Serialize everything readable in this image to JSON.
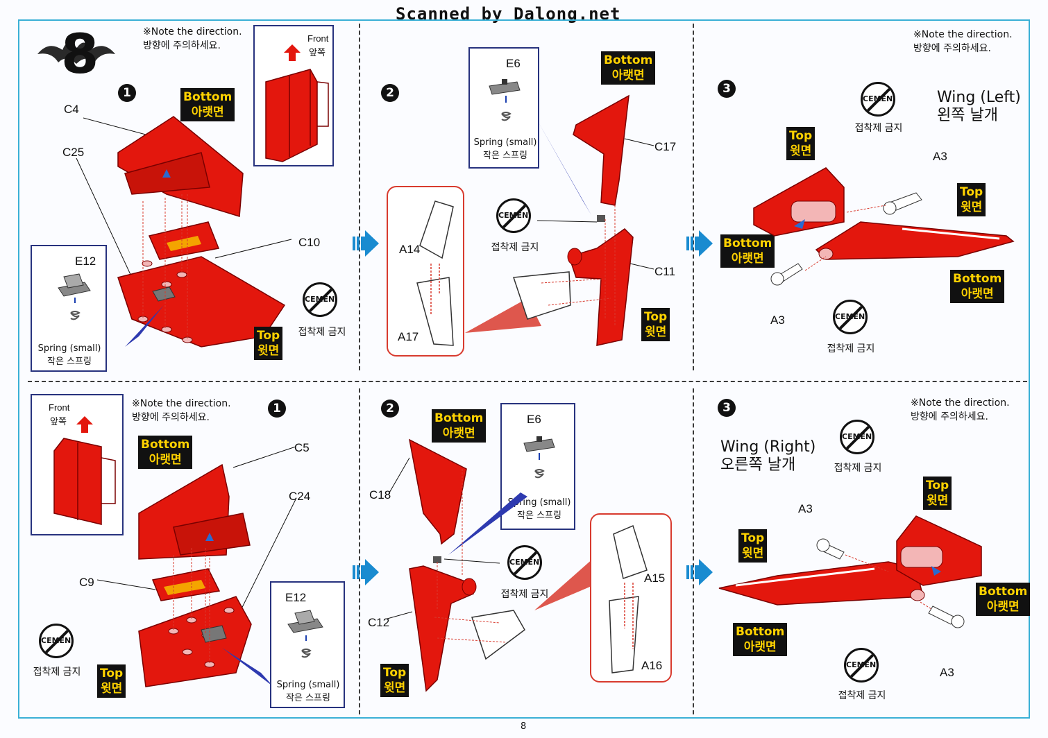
{
  "header": "Scanned by Dalong.net",
  "step_number": "8",
  "page_number": "8",
  "colors": {
    "frame": "#3ab0d6",
    "part_red": "#e3170d",
    "tag_bg": "#111111",
    "tag_text": "#ffd200",
    "inset_border": "#27327e",
    "redbox_border": "#d83a2e",
    "flow_arrow": "#1a8bd0"
  },
  "note": {
    "line1": "※Note the direction.",
    "line2": "방향에 주의하세요."
  },
  "front": {
    "en": "Front",
    "ko": "앞쪽"
  },
  "tags": {
    "bottom_en": "Bottom",
    "bottom_ko": "아랫면",
    "top_en": "Top",
    "top_ko": "윗면"
  },
  "spring": {
    "en": "Spring (small)",
    "ko": "작은 스프링"
  },
  "cement": {
    "badge": "CEMENT",
    "ko": "접착제 금지"
  },
  "circle_steps": [
    "1",
    "2",
    "3"
  ],
  "wing_left": {
    "en": "Wing (Left)",
    "ko": "왼쪽 날개"
  },
  "wing_right": {
    "en": "Wing (Right)",
    "ko": "오른쪽 날개"
  },
  "parts": {
    "c4": "C4",
    "c25": "C25",
    "c10": "C10",
    "e12": "E12",
    "e6": "E6",
    "c17": "C17",
    "c11": "C11",
    "a14": "A14",
    "a17": "A17",
    "a3": "A3",
    "c5": "C5",
    "c24": "C24",
    "c9": "C9",
    "c18": "C18",
    "c12": "C12",
    "a15": "A15",
    "a16": "A16"
  }
}
